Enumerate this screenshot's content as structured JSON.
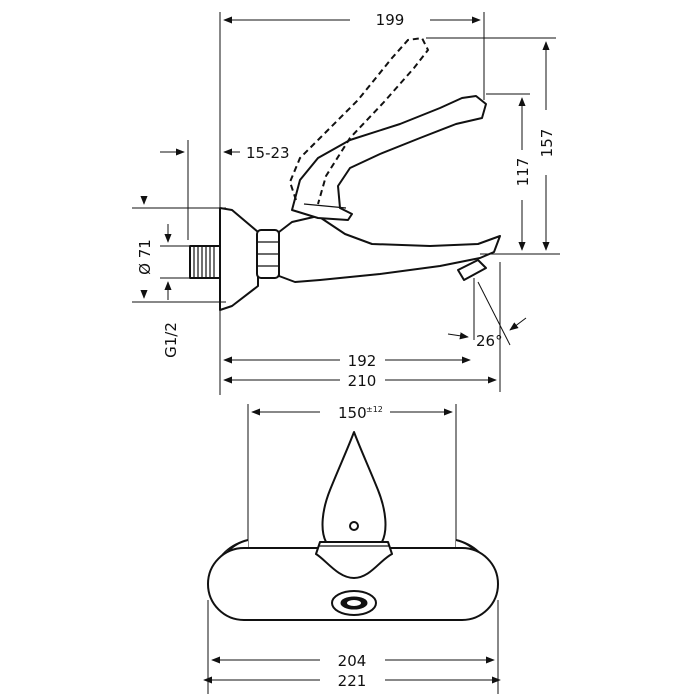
{
  "side_view": {
    "dims": {
      "width_top": "199",
      "wall_offset": "15-23",
      "height_total": "157",
      "height_spout": "117",
      "diameter": "Ø 71",
      "thread": "G1/2",
      "angle": "26°",
      "length_short": "192",
      "length_long": "210"
    }
  },
  "front_view": {
    "dims": {
      "centers": "150",
      "centers_tol": "±12",
      "width_inner": "204",
      "width_total": "221"
    }
  }
}
